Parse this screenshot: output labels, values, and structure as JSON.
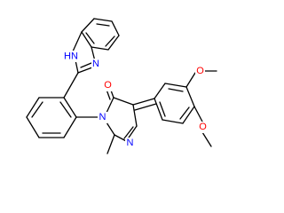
{
  "structure": {
    "atom_labels": {
      "benzimidazole_nh": "HN",
      "benzimidazole_n": "N",
      "imidazolone_n_ring": "N",
      "imidazolone_n_exo": "N",
      "carbonyl_o": "O",
      "methoxy_o_upper": "O",
      "methoxy_o_lower": "O"
    },
    "colors": {
      "bond": "#000000",
      "nitrogen": "#0000ff",
      "oxygen": "#ff0000",
      "background": "#ffffff"
    }
  }
}
